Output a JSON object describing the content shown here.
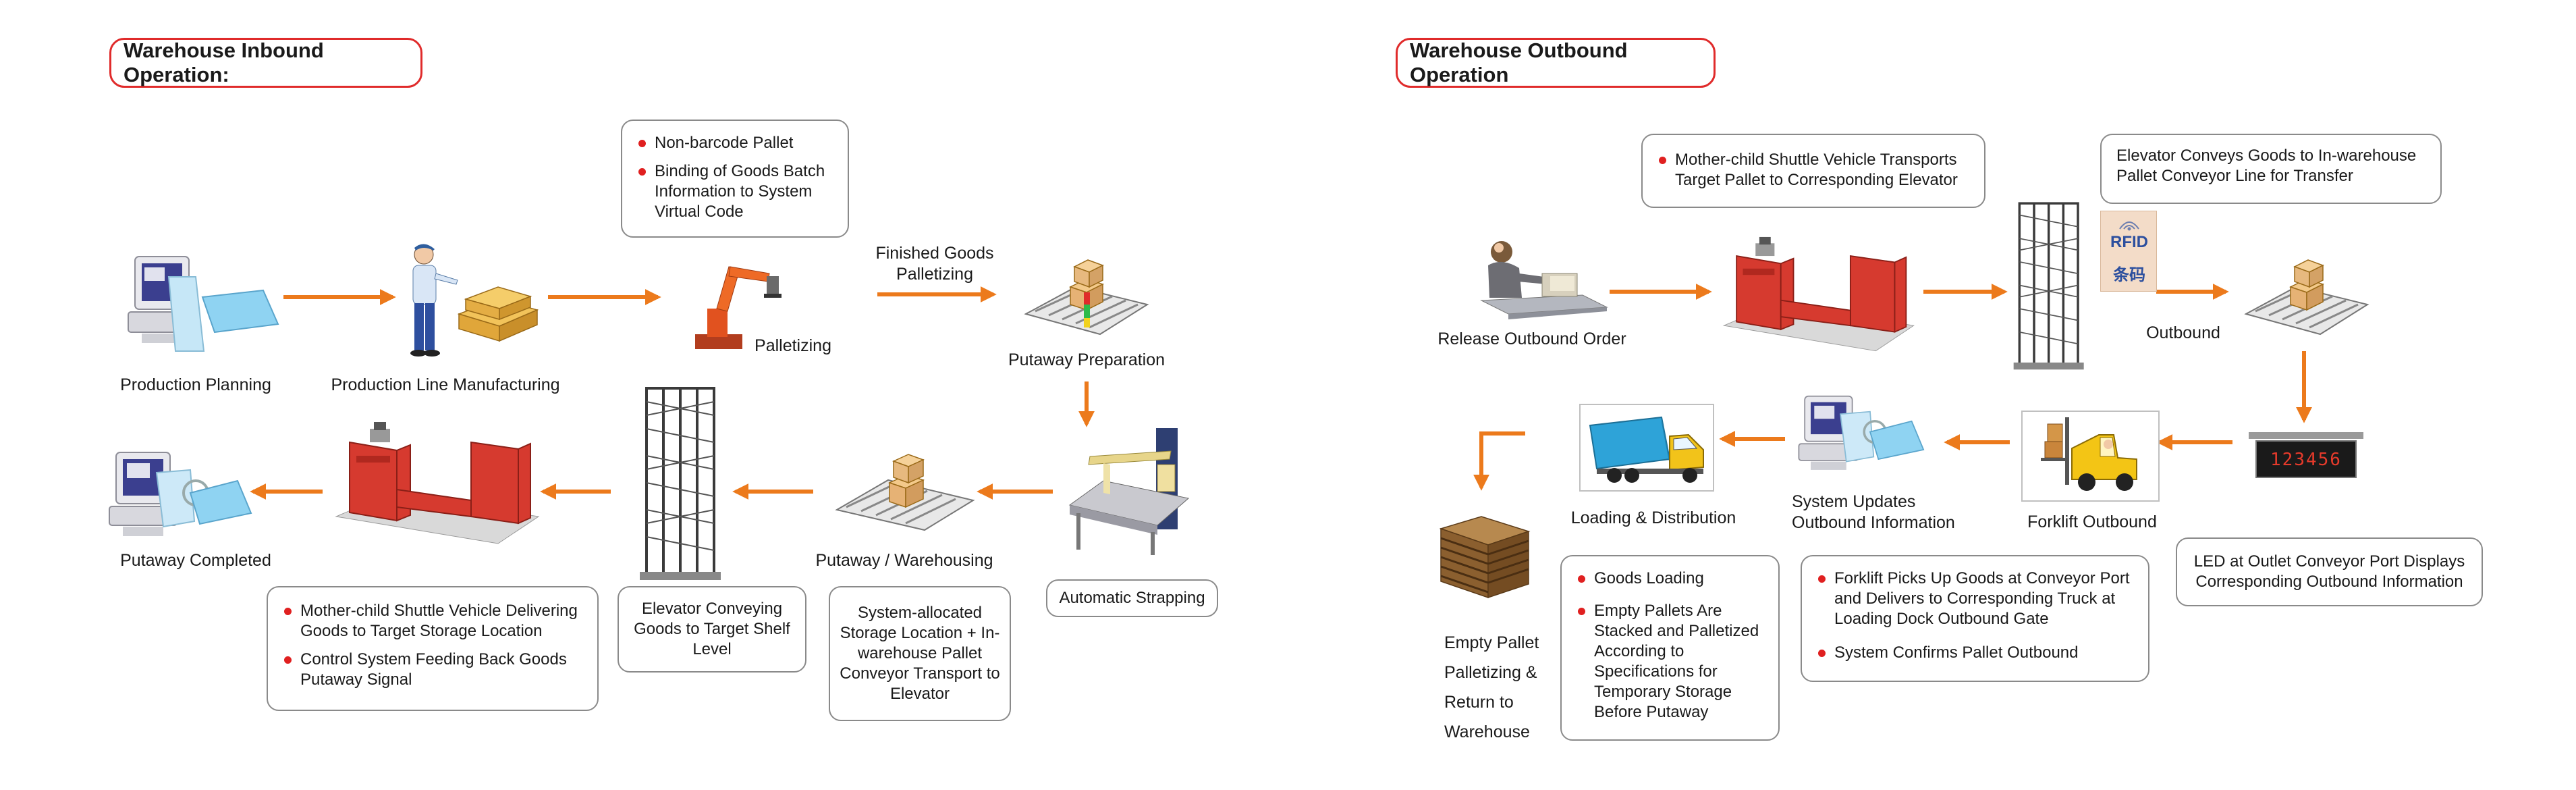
{
  "inbound": {
    "title": "Warehouse Inbound Operation:",
    "labels": {
      "production_planning": "Production Planning",
      "production_line": "Production Line Manufacturing",
      "palletizing": "Palletizing",
      "finished_goods": "Finished Goods Palletizing",
      "putaway_preparation": "Putaway Preparation",
      "putaway_warehousing": "Putaway / Warehousing",
      "putaway_completed": "Putaway Completed"
    },
    "boxes": {
      "pallet_info": [
        "Non-barcode Pallet",
        "Binding of Goods Batch Information to System Virtual Code"
      ],
      "automatic_strapping": "Automatic Strapping",
      "system_allocated": "System-allocated Storage Location + In-warehouse Pallet Conveyor Transport to Elevator",
      "elevator_conveying": "Elevator Conveying Goods to Target Shelf Level",
      "shuttle_delivering": [
        "Mother-child Shuttle Vehicle Delivering Goods to Target Storage Location",
        "Control System Feeding Back Goods Putaway Signal"
      ]
    }
  },
  "outbound": {
    "title": "Warehouse Outbound Operation",
    "labels": {
      "release_order": "Release Outbound Order",
      "outbound": "Outbound",
      "forklift_outbound": "Forklift Outbound",
      "system_updates": "System Updates Outbound Information",
      "loading_distribution": "Loading & Distribution",
      "empty_pallet": [
        "Empty Pallet",
        "Palletizing &",
        "Return to",
        "Warehouse"
      ]
    },
    "boxes": {
      "shuttle_transports": [
        "Mother-child Shuttle Vehicle Transports Target Pallet to Corresponding Elevator"
      ],
      "elevator_conveys": "Elevator Conveys Goods to In-warehouse Pallet Conveyor Line for Transfer",
      "led_outlet": "LED at Outlet Conveyor Port Displays Corresponding Outbound Information",
      "forklift_picks": [
        "Forklift Picks Up Goods at Conveyor Port and Delivers to Corresponding Truck at Loading Dock Outbound Gate",
        "System Confirms Pallet Outbound"
      ],
      "goods_loading": [
        "Goods Loading",
        "Empty Pallets Are Stacked and Palletized According to Specifications for Temporary Storage Before Putaway"
      ]
    },
    "rfid": {
      "line1": "RFID",
      "line2": "条码"
    },
    "led_display": "123456"
  },
  "colors": {
    "arrow": "#ec7a1c",
    "accent_red": "#e02b2b",
    "shuttle_red": "#d63a2f",
    "rack": "#3a3a3a"
  }
}
